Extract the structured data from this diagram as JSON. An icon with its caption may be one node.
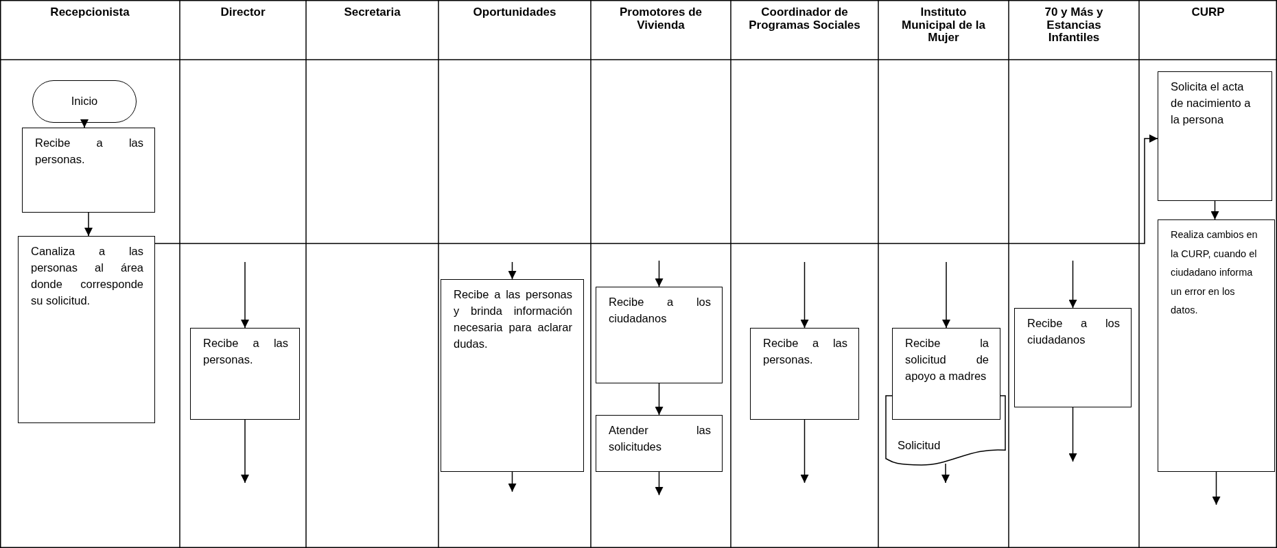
{
  "diagram": {
    "nodes": [
      {
        "text": [
          "Inicio"
        ]
      },
      {
        "text": [
          "Recibe a las personas."
        ]
      },
      {
        "text": [
          "Canaliza a las personas al área donde corresponde su solicitud."
        ]
      },
      {
        "text": [
          "Solicita el acta de nacimiento a la persona"
        ]
      },
      {
        "text": [
          "Realiza cambios en la CURP, cuando el ciudadano informa un error en los datos."
        ]
      },
      {
        "text": [
          "Recibe a las personas."
        ]
      },
      {
        "text": [
          "Recibe a las personas y brinda información necesaria para aclarar dudas."
        ]
      },
      {
        "text": [
          "Recibe a los ciudadanos"
        ]
      },
      {
        "text": [
          "Atender las solicitudes"
        ]
      },
      {
        "text": [
          "Recibe a las personas."
        ]
      },
      {
        "text": [
          "Recibe la solicitud de apoyo a madres"
        ]
      },
      {
        "text": [
          "Solicitud"
        ]
      },
      {
        "text": [
          "Recibe a los ciudadanos"
        ]
      }
    ],
    "edges": [
      {
        "from": 0,
        "to": 1,
        "arrow": "to"
      },
      {
        "from": 1,
        "to": 2,
        "arrow": "to"
      },
      {
        "from": 2,
        "to": 3,
        "arrow": "to"
      },
      {
        "from": 3,
        "to": 4,
        "arrow": "to"
      },
      {
        "from": null,
        "to": 5,
        "arrow": "to"
      },
      {
        "from": 5,
        "to": null,
        "arrow": "to"
      },
      {
        "from": null,
        "to": 6,
        "arrow": "to"
      },
      {
        "from": 6,
        "to": null,
        "arrow": "to"
      },
      {
        "from": null,
        "to": 7,
        "arrow": "to"
      },
      {
        "from": 7,
        "to": 8,
        "arrow": "to"
      },
      {
        "from": 8,
        "to": null,
        "arrow": "to"
      },
      {
        "from": null,
        "to": 9,
        "arrow": "to"
      },
      {
        "from": 9,
        "to": null,
        "arrow": "to"
      },
      {
        "from": null,
        "to": 10,
        "arrow": "to"
      },
      {
        "from": 11,
        "to": null,
        "arrow": "to"
      },
      {
        "from": null,
        "to": 12,
        "arrow": "to"
      },
      {
        "from": 12,
        "to": null,
        "arrow": "to"
      },
      {
        "from": 4,
        "to": null,
        "arrow": "to"
      }
    ],
    "labels": [
      "Recepcionista",
      "Director",
      "Secretaria",
      "Oportunidades",
      "Promotores de Vivienda",
      "Coordinador de Programas Sociales",
      "Instituto Municipal de la Mujer",
      "70 y Más y Estancias Infantiles",
      "CURP"
    ]
  }
}
